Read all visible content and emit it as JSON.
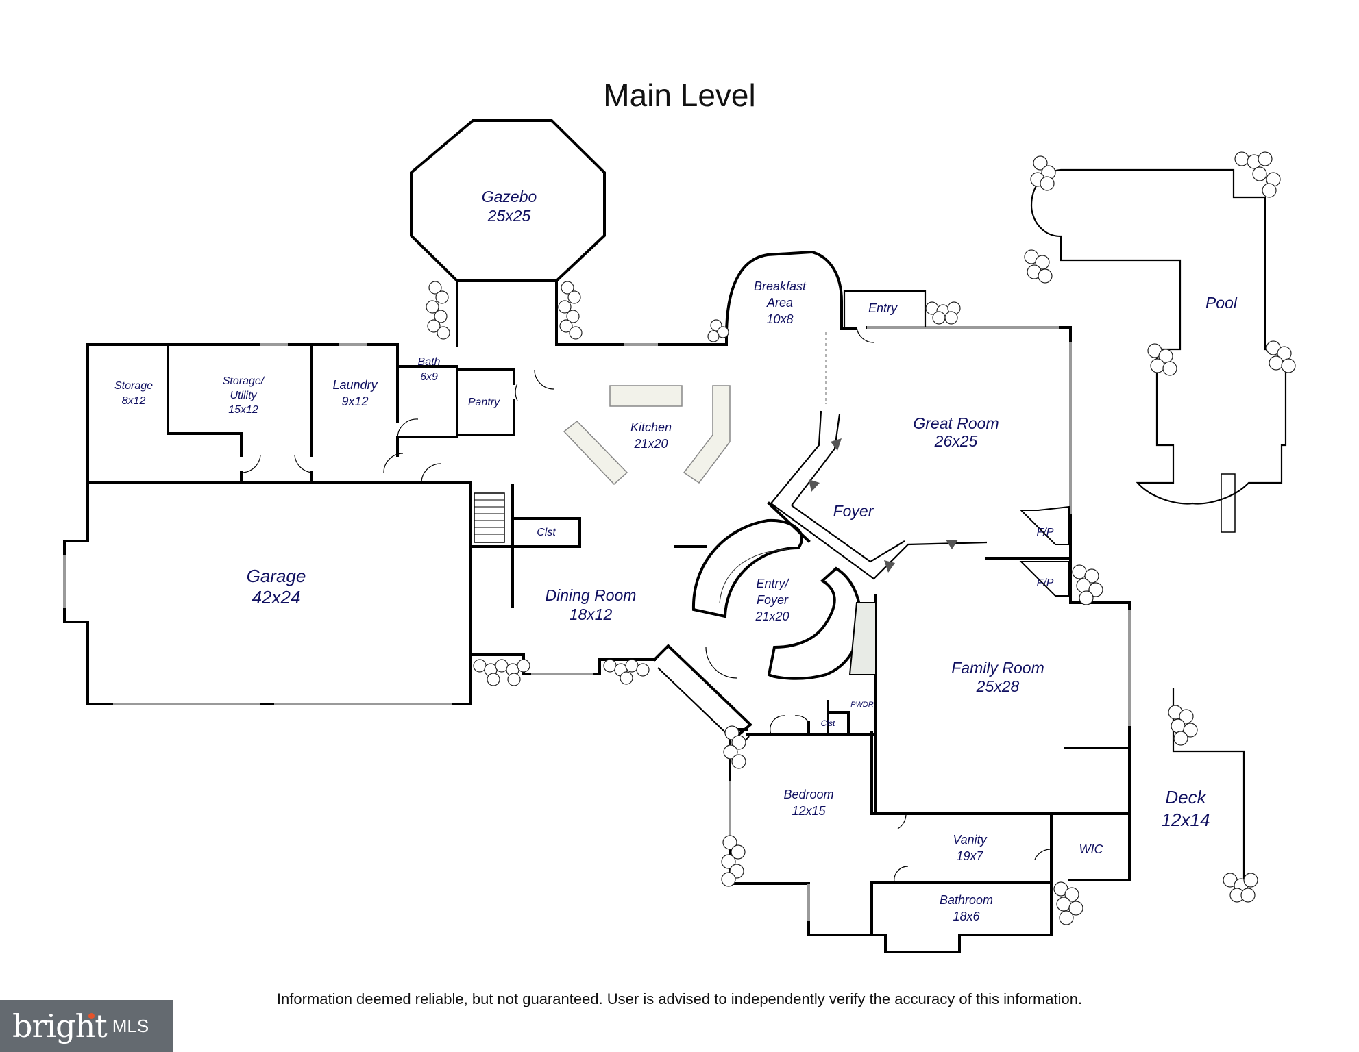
{
  "title": "Main Level",
  "disclaimer": "Information deemed reliable, but not guaranteed.  User is advised to independently verify the accuracy of this information.",
  "logo": {
    "brand": "bright",
    "suffix": "MLS",
    "accent": "#e4532b",
    "background": "#646a70"
  },
  "label_color": "#101060",
  "rooms": {
    "gazebo": {
      "name": "Gazebo",
      "size": "25x25"
    },
    "breakfast": {
      "name": "Breakfast",
      "name2": "Area",
      "size": "10x8"
    },
    "entry_top": {
      "name": "Entry"
    },
    "pool": {
      "name": "Pool"
    },
    "storage": {
      "name": "Storage",
      "size": "8x12"
    },
    "storage_util": {
      "name": "Storage/",
      "name2": "Utility",
      "size": "15x12"
    },
    "laundry": {
      "name": "Laundry",
      "size": "9x12"
    },
    "bath": {
      "name": "Bath",
      "size": "6x9"
    },
    "pantry": {
      "name": "Pantry"
    },
    "kitchen": {
      "name": "Kitchen",
      "size": "21x20"
    },
    "great": {
      "name": "Great Room",
      "size": "26x25"
    },
    "foyer": {
      "name": "Foyer"
    },
    "garage": {
      "name": "Garage",
      "size": "42x24"
    },
    "clst1": {
      "name": "Clst"
    },
    "dining": {
      "name": "Dining Room",
      "size": "18x12"
    },
    "entry_foyer": {
      "name": "Entry/",
      "name2": "Foyer",
      "size": "21x20"
    },
    "fp1": {
      "name": "F/P"
    },
    "fp2": {
      "name": "F/P"
    },
    "family": {
      "name": "Family Room",
      "size": "25x28"
    },
    "pwdr": {
      "name": "PWDR"
    },
    "clst2": {
      "name": "Clst"
    },
    "deck": {
      "name": "Deck",
      "size": "12x14"
    },
    "bedroom": {
      "name": "Bedroom",
      "size": "12x15"
    },
    "vanity": {
      "name": "Vanity",
      "size": "19x7"
    },
    "wic": {
      "name": "WIC"
    },
    "bathroom": {
      "name": "Bathroom",
      "size": "18x6"
    }
  }
}
